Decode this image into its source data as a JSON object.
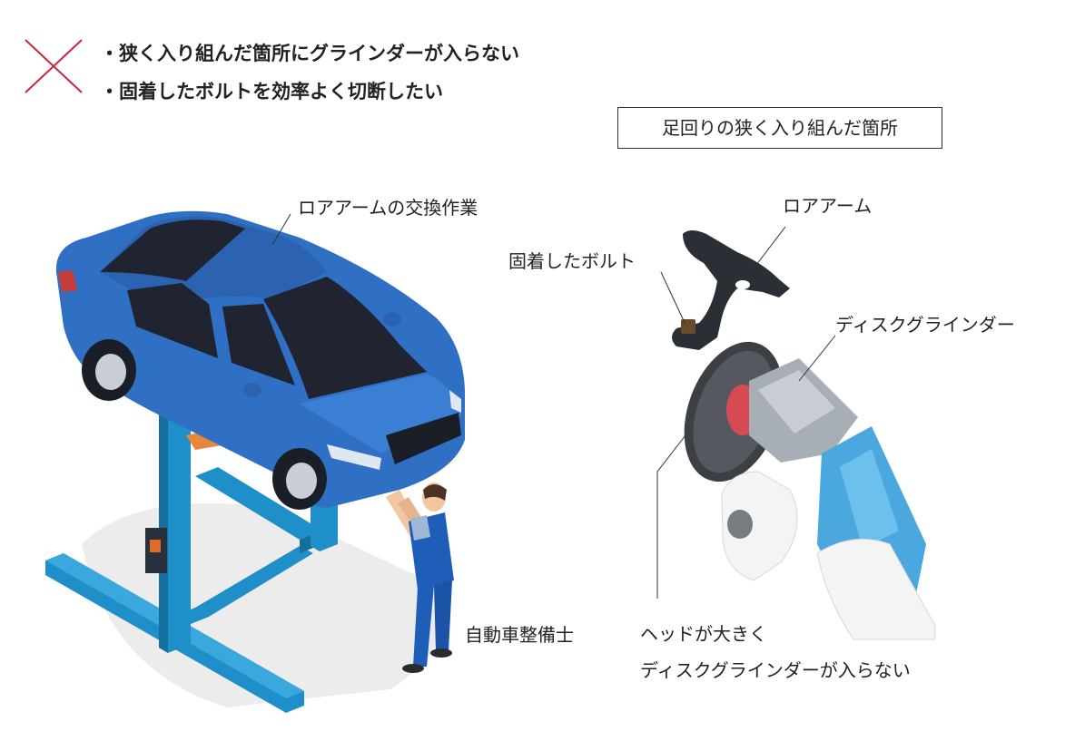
{
  "header": {
    "cross_icon": "x-mark-icon",
    "cross_color": "#c7283c",
    "bullets": [
      "・狭く入り組んだ箇所にグラインダーが入らない",
      "・固着したボルトを効率よく切断したい"
    ]
  },
  "left_scene": {
    "callout_work": "ロアアームの交換作業",
    "callout_mechanic": "自動車整備士",
    "car_color": "#2f6fc4",
    "lift_color": "#1e8fc8"
  },
  "right_scene": {
    "box_title": "足回りの狭く入り組んだ箇所",
    "callout_arm": "ロアアーム",
    "callout_bolt": "固着したボルト",
    "callout_grinder": "ディスクグラインダー",
    "note_lines": [
      "ヘッドが大きく",
      "ディスクグラインダーが入らない"
    ],
    "grinder_color": "#4aa8df"
  }
}
